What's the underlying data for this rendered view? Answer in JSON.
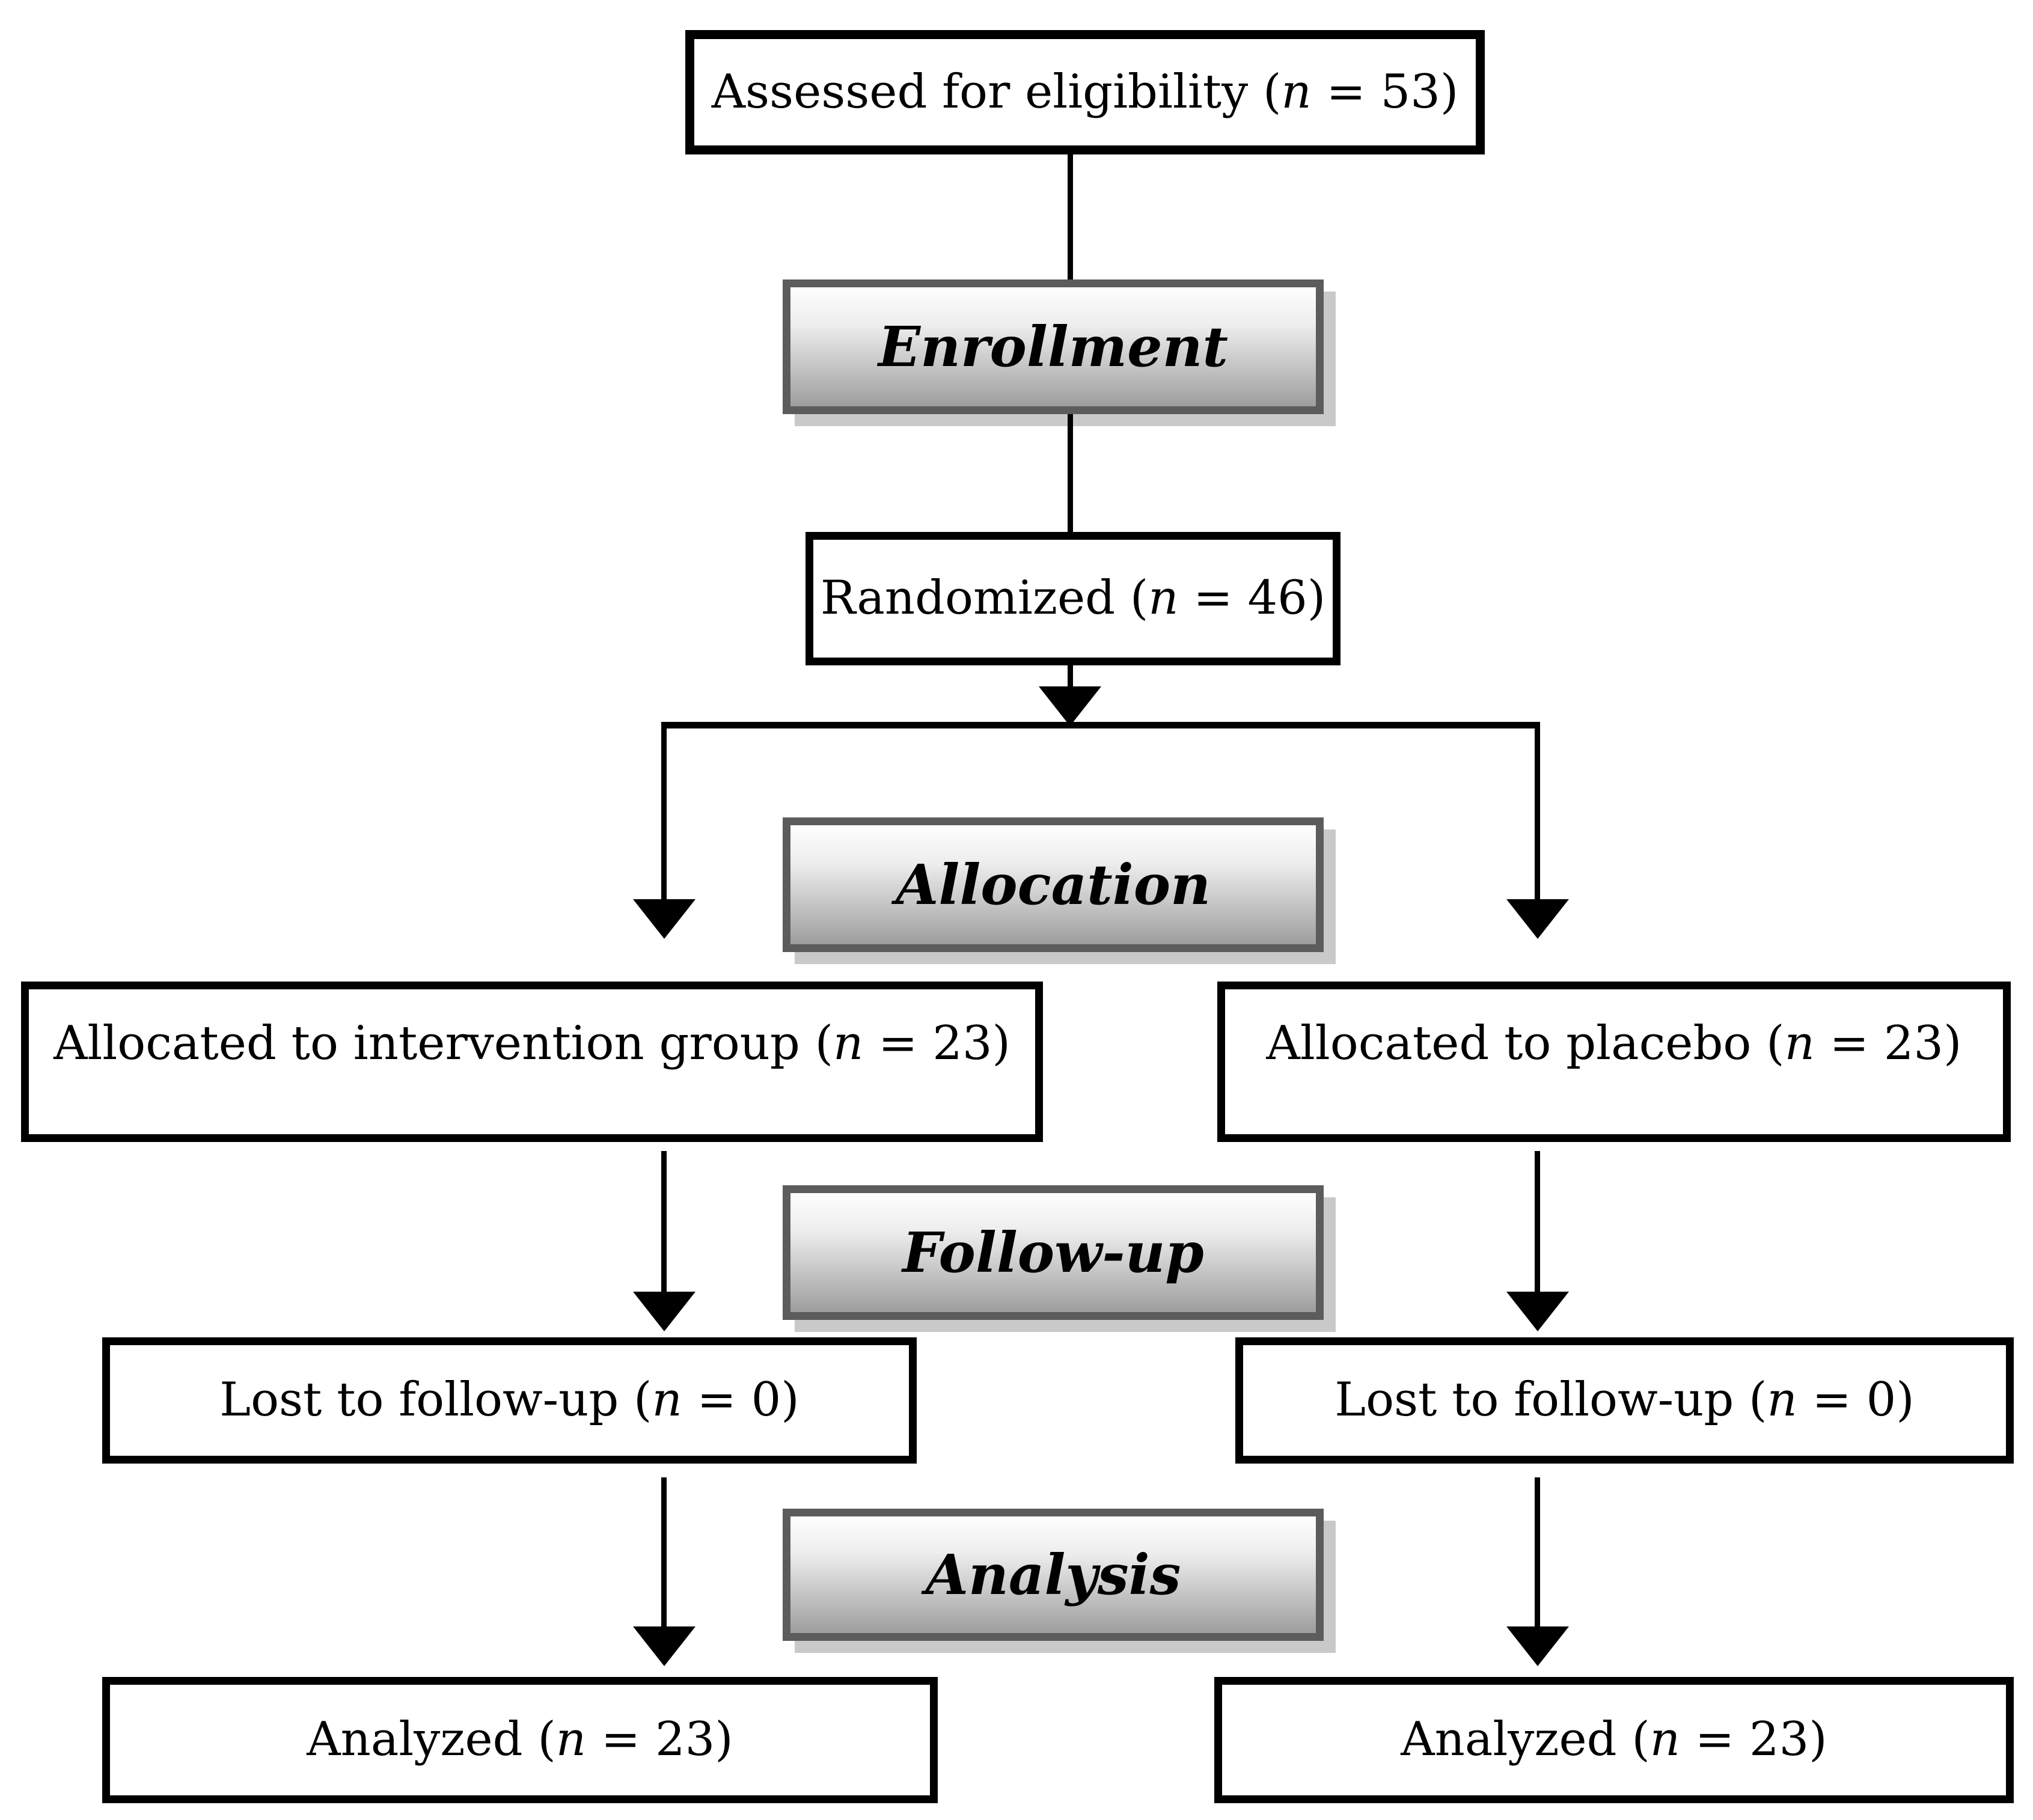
{
  "diagram_type": "consort-flow-diagram",
  "colors": {
    "background": "#ffffff",
    "node_border": "#000000",
    "node_text": "#000000",
    "connector": "#000000",
    "stage_border": "#5c5c5c",
    "stage_gradient_top": "#fefefe",
    "stage_gradient_bottom": "#9d9d9d",
    "stage_shadow": "#c9c9c9"
  },
  "nodes": {
    "assessed": {
      "pre": "Assessed for eligibility (",
      "n": "n",
      "post": " = 53)"
    },
    "randomized": {
      "pre": "Randomized (",
      "n": "n",
      "post": " = 46)"
    },
    "allocated_intervention": {
      "pre": "Allocated to intervention group (",
      "n": "n",
      "post": " = 23)"
    },
    "allocated_placebo": {
      "pre": "Allocated to placebo (",
      "n": "n",
      "post": " = 23)"
    },
    "lost_intervention": {
      "pre": "Lost to follow-up (",
      "n": "n",
      "post": " = 0)"
    },
    "lost_placebo": {
      "pre": "Lost to follow-up (",
      "n": "n",
      "post": " = 0)"
    },
    "analyzed_intervention": {
      "pre": "Analyzed (",
      "n": "n",
      "post": " = 23)"
    },
    "analyzed_placebo": {
      "pre": "Analyzed (",
      "n": "n",
      "post": " = 23)"
    }
  },
  "stages": {
    "enrollment": {
      "label": "Enrollment"
    },
    "allocation": {
      "label": "Allocation"
    },
    "followup": {
      "label": "Follow-up"
    },
    "analysis": {
      "label": "Analysis"
    }
  }
}
